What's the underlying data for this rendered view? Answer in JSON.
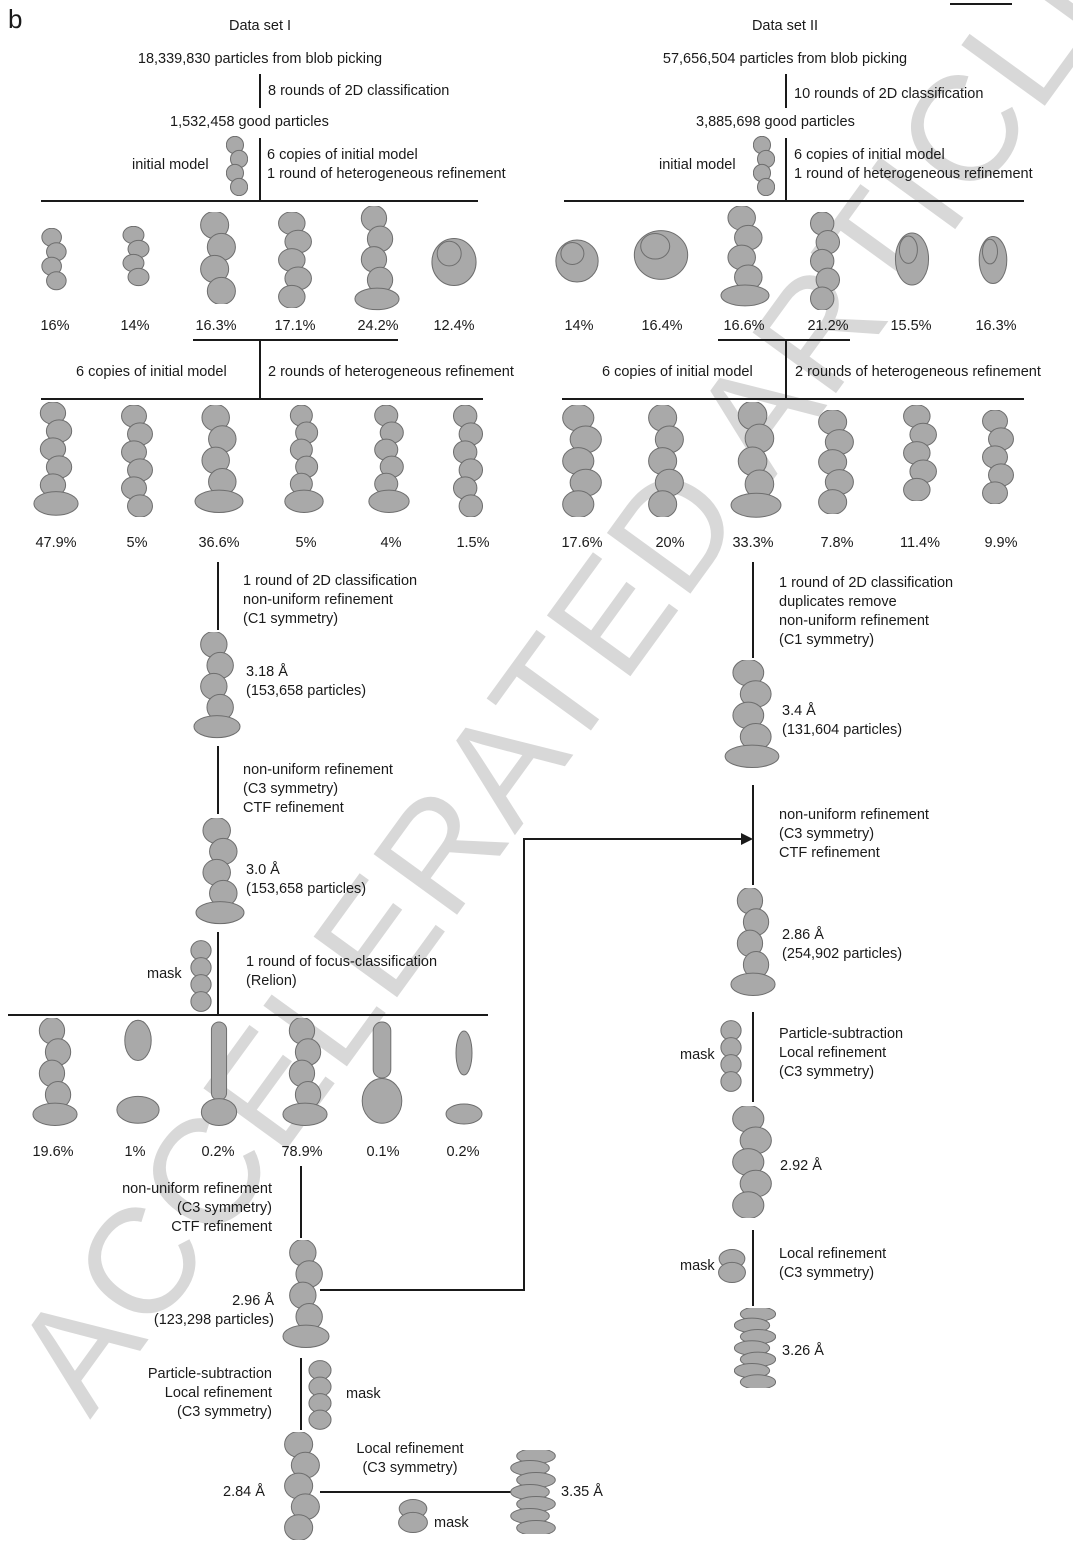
{
  "panel_label": "b",
  "watermark": "ACCELERATED ARTICLE PREVIEW",
  "dataset1": {
    "title": "Data set I",
    "blob": "18,339,830 particles from blob picking",
    "round2d": "8 rounds of 2D classification",
    "good": "1,532,458 good particles",
    "initial_model": "initial model",
    "het1": [
      "6 copies of initial model",
      "1 round of heterogeneous refinement"
    ],
    "pct_row1": [
      "16%",
      "14%",
      "16.3%",
      "17.1%",
      "24.2%",
      "12.4%"
    ],
    "copies2": "6 copies of initial model",
    "het2": "2 rounds of heterogeneous refinement",
    "pct_row2": [
      "47.9%",
      "5%",
      "36.6%",
      "5%",
      "4%",
      "1.5%"
    ],
    "step1": [
      "1 round of 2D classification",
      "non-uniform refinement",
      "(C1 symmetry)"
    ],
    "res1": [
      "3.18 Å",
      "(153,658 particles)"
    ],
    "step2": [
      "non-uniform refinement",
      "(C3 symmetry)",
      "CTF refinement"
    ],
    "res2": [
      "3.0 Å",
      "(153,658 particles)"
    ],
    "mask1": "mask",
    "focus": [
      "1 round of focus-classification",
      "(Relion)"
    ],
    "pct_row3": [
      "19.6%",
      "1%",
      "0.2%",
      "78.9%",
      "0.1%",
      "0.2%"
    ],
    "step3": [
      "non-uniform refinement",
      "(C3 symmetry)",
      "CTF refinement"
    ],
    "res3": [
      "2.96 Å",
      "(123,298 particles)"
    ],
    "step4": [
      "Particle-subtraction",
      "Local refinement",
      "(C3 symmetry)"
    ],
    "mask2": "mask",
    "res4": "2.84 Å",
    "step5": [
      "Local refinement",
      "(C3 symmetry)"
    ],
    "mask3": "mask",
    "res5": "3.35 Å"
  },
  "dataset2": {
    "title": "Data set II",
    "blob": "57,656,504 particles from blob picking",
    "round2d": "10 rounds of 2D classification",
    "good": "3,885,698 good particles",
    "initial_model": "initial model",
    "het1": [
      "6 copies of initial model",
      "1 round of heterogeneous refinement"
    ],
    "pct_row1": [
      "14%",
      "16.4%",
      "16.6%",
      "21.2%",
      "15.5%",
      "16.3%"
    ],
    "copies2": "6 copies of initial model",
    "het2": "2 rounds of heterogeneous refinement",
    "pct_row2": [
      "17.6%",
      "20%",
      "33.3%",
      "7.8%",
      "11.4%",
      "9.9%"
    ],
    "step1": [
      "1 round of 2D classification",
      "duplicates remove",
      "non-uniform refinement",
      "(C1 symmetry)"
    ],
    "res1": [
      "3.4 Å",
      "(131,604 particles)"
    ],
    "step2": [
      "non-uniform refinement",
      "(C3 symmetry)",
      "CTF refinement"
    ],
    "res2": [
      "2.86 Å",
      "(254,902 particles)"
    ],
    "mask1": "mask",
    "step3": [
      "Particle-subtraction",
      "Local refinement",
      "(C3 symmetry)"
    ],
    "res3": "2.92 Å",
    "mask2": "mask",
    "step4": [
      "Local refinement",
      "(C3 symmetry)"
    ],
    "res4": "3.26 Å"
  },
  "colors": {
    "line": "#1a1a1a",
    "map_fill": "#a9a9a9",
    "map_edge": "#6e6e6e",
    "watermark": "#d8d8d8"
  }
}
